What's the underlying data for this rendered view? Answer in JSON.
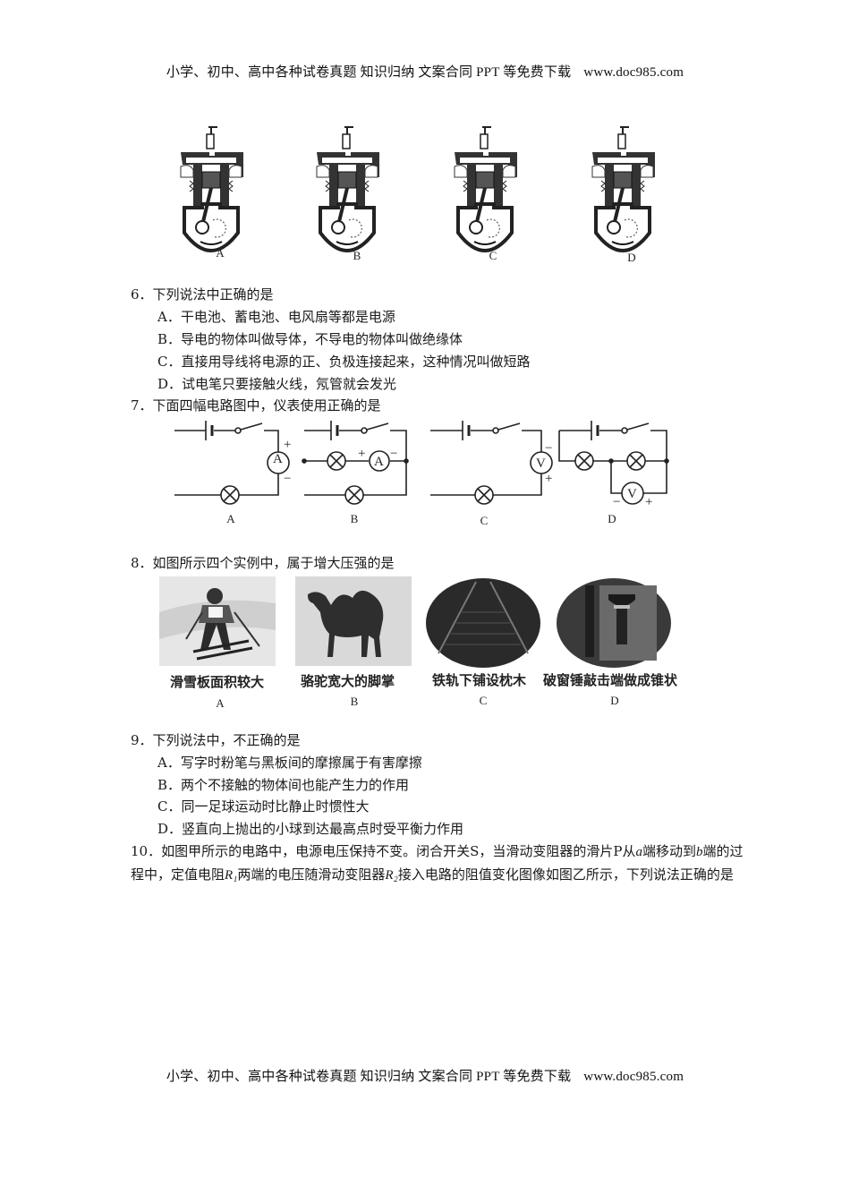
{
  "header": {
    "text": "小学、初中、高中各种试卷真题 知识归纳 文案合同 PPT 等免费下载",
    "url": "www.doc985.com"
  },
  "footer": {
    "text": "小学、初中、高中各种试卷真题 知识归纳 文案合同 PPT 等免费下载",
    "url": "www.doc985.com"
  },
  "engine_figures": {
    "labels": [
      "A",
      "B",
      "C",
      "D"
    ],
    "icon": "four-stroke-engine-diagram"
  },
  "q6": {
    "stem": "6．下列说法中正确的是",
    "options": [
      "A．干电池、蓄电池、电风扇等都是电源",
      "B．导电的物体叫做导体，不导电的物体叫做绝缘体",
      "C．直接用导线将电源的正、负极连接起来，这种情况叫做短路",
      "D．试电笔只要接触火线，氖管就会发光"
    ]
  },
  "q7": {
    "stem": "7．下面四幅电路图中，仪表使用正确的是",
    "circuits": [
      {
        "label": "A",
        "meter": "A",
        "plus": "+",
        "minus": "−"
      },
      {
        "label": "B",
        "meter": "A",
        "plus": "+",
        "minus": "−"
      },
      {
        "label": "C",
        "meter": "V",
        "plus": "+",
        "minus": "−"
      },
      {
        "label": "D",
        "meter": "V",
        "plus": "+",
        "minus": "−"
      }
    ]
  },
  "q8": {
    "stem": "8．如图所示四个实例中，属于增大压强的是",
    "photos": [
      {
        "caption": "滑雪板面积较大",
        "label": "A",
        "icon": "skier-photo"
      },
      {
        "caption": "骆驼宽大的脚掌",
        "label": "B",
        "icon": "camel-photo"
      },
      {
        "caption": "铁轨下铺设枕木",
        "label": "C",
        "icon": "railway-photo"
      },
      {
        "caption": "破窗锤敲击端做成锥状",
        "label": "D",
        "icon": "hammer-photo"
      }
    ]
  },
  "q9": {
    "stem": "9．下列说法中，不正确的是",
    "options": [
      "A．写字时粉笔与黑板间的摩擦属于有害摩擦",
      "B．两个不接触的物体间也能产生力的作用",
      "C．同一足球运动时比静止时惯性大",
      "D．竖直向上抛出的小球到达最高点时受平衡力作用"
    ]
  },
  "q10": {
    "part1": "10．如图甲所示的电路中，电源电压保持不变。闭合开关S，当滑动变阻器的滑片P从",
    "a": "a",
    "part2": "端移动到",
    "b": "b",
    "part3": "端的过程中，定值电阻",
    "r1": "R₁",
    "part4": "两端的电压随滑动变阻器",
    "r2": "R₂",
    "part5": "接入电路的阻值变化图像如图乙所示，下列说法正确的是"
  }
}
